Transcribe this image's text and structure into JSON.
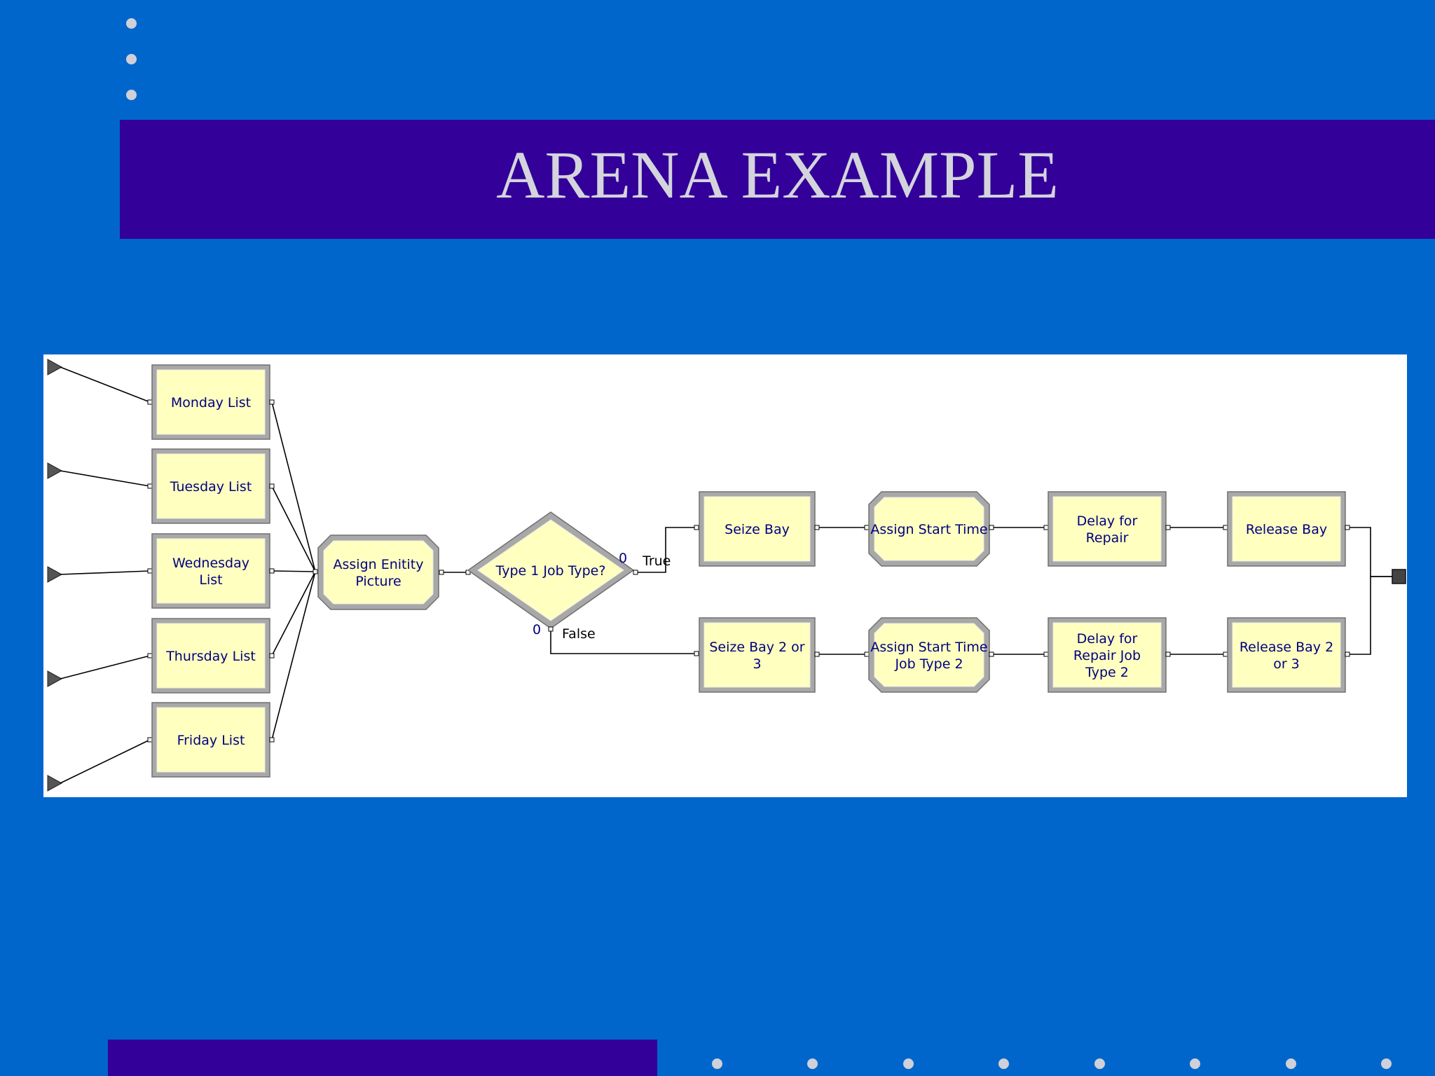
{
  "slide": {
    "title": "ARENA EXAMPLE"
  },
  "colors": {
    "background": "#0066cc",
    "band": "#330099",
    "title_text": "#d4d4dc",
    "module_fill": "#ffffc0",
    "module_text": "#000080",
    "bullet_dot": "#d0d0d8"
  },
  "diagram": {
    "create_modules": [
      {
        "label": [
          "Monday List"
        ]
      },
      {
        "label": [
          "Tuesday List"
        ]
      },
      {
        "label": [
          "Wednesday",
          "List"
        ]
      },
      {
        "label": [
          "Thursday List"
        ]
      },
      {
        "label": [
          "Friday List"
        ]
      }
    ],
    "assign_picture": {
      "label": [
        "Assign Enitity",
        "Picture"
      ]
    },
    "decide": {
      "label": "Type 1 Job Type?",
      "true_label": "True",
      "false_label": "False",
      "true_counter": "0",
      "false_counter": "0"
    },
    "true_branch": [
      {
        "type": "process",
        "label": [
          "Seize Bay"
        ]
      },
      {
        "type": "assign",
        "label": [
          "Assign Start Time"
        ]
      },
      {
        "type": "process",
        "label": [
          "Delay for",
          "Repair"
        ]
      },
      {
        "type": "process",
        "label": [
          "Release Bay"
        ]
      }
    ],
    "false_branch": [
      {
        "type": "process",
        "label": [
          "Seize Bay 2 or",
          "3"
        ]
      },
      {
        "type": "assign",
        "label": [
          "Assign Start Time",
          "Job Type 2"
        ]
      },
      {
        "type": "process",
        "label": [
          "Delay for",
          "Repair Job",
          "Type 2"
        ]
      },
      {
        "type": "process",
        "label": [
          "Release Bay 2",
          "or 3"
        ]
      }
    ]
  }
}
